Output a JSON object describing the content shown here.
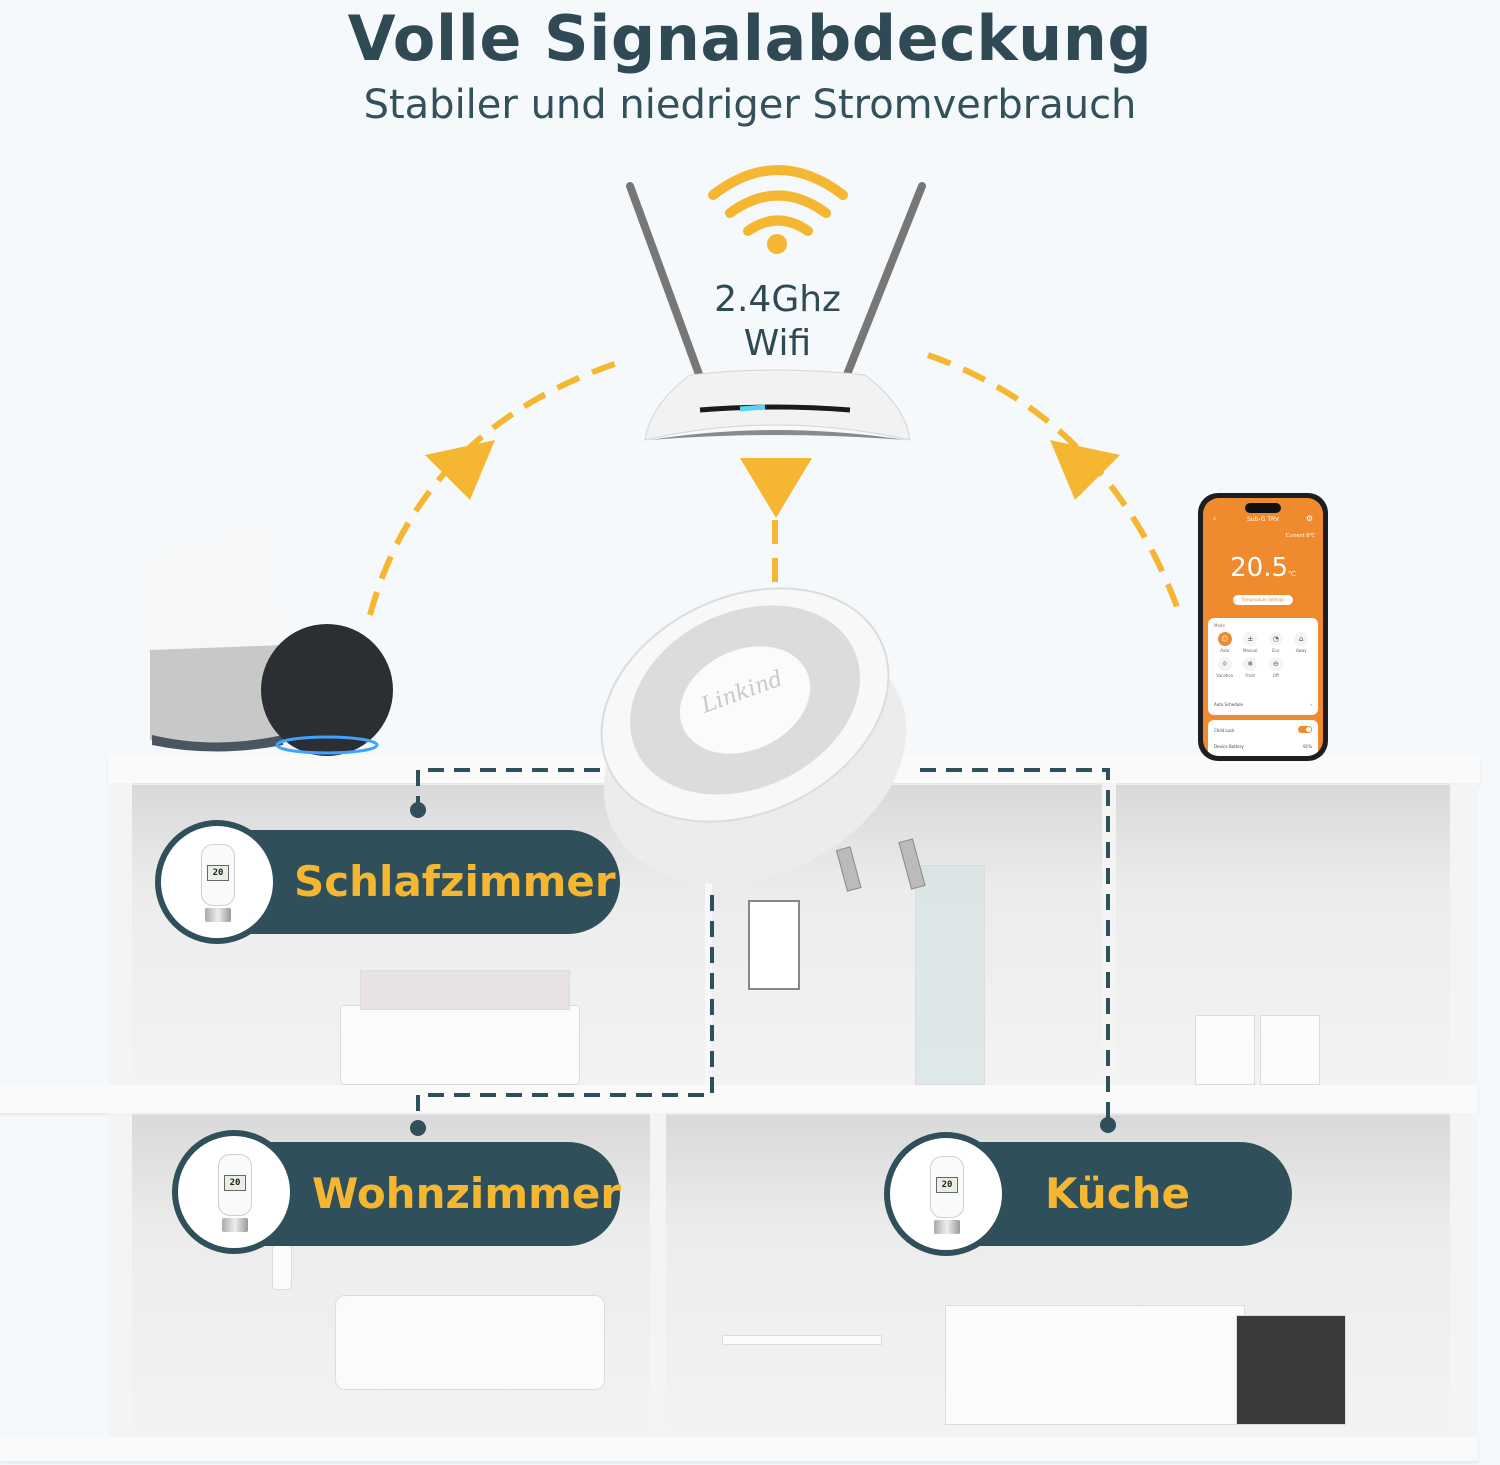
{
  "header": {
    "title": "Volle Signalabdeckung",
    "subtitle": "Stabiler und niedriger Stromverbrauch"
  },
  "router": {
    "band": "2.4Ghz",
    "type": "Wifi",
    "icon": "wifi-router-icon"
  },
  "hub": {
    "brand": "Linkind",
    "icon": "zigbee-hub-plug-icon"
  },
  "speakers": {
    "icons": [
      "smart-speaker-icon",
      "echo-dot-icon"
    ]
  },
  "phone_app": {
    "title": "Sub-G TRV",
    "current_label": "Current",
    "current_value": "8℃",
    "set_temperature": "20.5",
    "unit": "℃",
    "settings_button": "Temperature Settings",
    "mode_label": "Mode",
    "modes": [
      {
        "label": "Auto",
        "icon": "☺",
        "active": true
      },
      {
        "label": "Manual",
        "icon": "±",
        "active": false
      },
      {
        "label": "Eco",
        "icon": "◔",
        "active": false
      },
      {
        "label": "Away",
        "icon": "⌂",
        "active": false
      },
      {
        "label": "Vacation",
        "icon": "☼",
        "active": false
      },
      {
        "label": "Frost",
        "icon": "❄",
        "active": false
      },
      {
        "label": "Off",
        "icon": "⊖",
        "active": false
      }
    ],
    "auto_schedule": "Auto Schedule",
    "child_lock": "Child Lock",
    "device_battery": "Device Battery",
    "battery_value": "91%"
  },
  "rooms": [
    {
      "name": "Schlafzimmer",
      "trv_display": "20"
    },
    {
      "name": "Wohnzimmer",
      "trv_display": "20"
    },
    {
      "name": "Küche",
      "trv_display": "20"
    }
  ],
  "colors": {
    "accent_orange": "#f5b731",
    "dark_teal": "#2f4f5a",
    "app_orange": "#f08a2e",
    "background": "#f5f9fb"
  }
}
